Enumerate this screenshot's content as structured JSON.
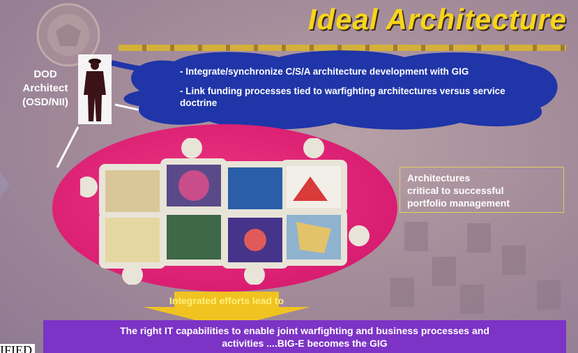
{
  "slide": {
    "title": "Ideal Architecture",
    "dod_label_lines": [
      "DOD",
      "Architect",
      "(OSD/NII)"
    ],
    "cloud_bullets": [
      "- Integrate/synchronize C/S/A architecture development with GIG",
      "- Link funding processes tied to warfighting architectures versus service doctrine"
    ],
    "info_box_lines": [
      "Architectures",
      "critical to successful",
      "portfolio management"
    ],
    "arrow_label": "Integrated efforts lead to",
    "bottom_lines": [
      "The right IT capabilities to enable joint warfighting and business processes and",
      "activities ....BIG-E becomes the GIG"
    ],
    "corner_text": "IFIED"
  },
  "colors": {
    "title": "#f7d51b",
    "cloud": "#1f35a8",
    "ellipse": "#e0237a",
    "bottom_box": "#7c33c6",
    "arrow": "#f5c61a"
  }
}
